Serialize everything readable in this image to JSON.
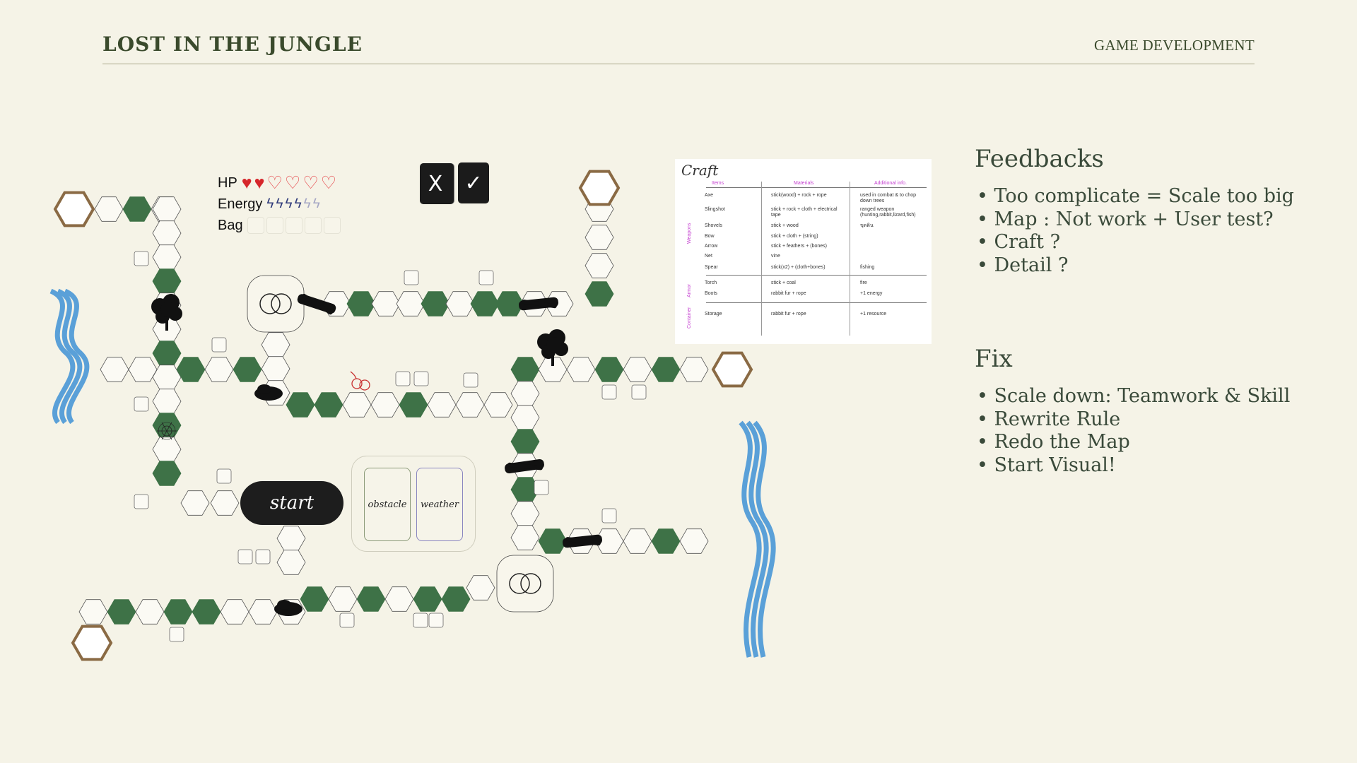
{
  "header": {
    "brand": "LOST IN THE JUNGLE",
    "section": "GAME DEVELOPMENT"
  },
  "hud": {
    "hp_label": "HP",
    "hp_filled": 2,
    "hp_total": 6,
    "energy_label": "Energy",
    "energy_filled": 4,
    "energy_total": 6,
    "bag_label": "Bag",
    "bag_slots": 5
  },
  "buttons": {
    "reject": "X",
    "accept": "✓",
    "start": "start"
  },
  "decks": {
    "obstacle": "obstacle",
    "weather": "weather"
  },
  "craft": {
    "title": "Craft",
    "headers": [
      "Items",
      "Materials",
      "Additional info."
    ],
    "categories": [
      "Weapons",
      "Armor",
      "Container"
    ],
    "rows": [
      {
        "item": "Axe",
        "materials": "stick(wood) + rock + rope",
        "info": "used in combat & to chop down trees"
      },
      {
        "item": "Slingshot",
        "materials": "stick + rock + cloth + electrical tape",
        "info": "ranged weapon (hunting,rabbit,lizard,fish)"
      },
      {
        "item": "Shovels",
        "materials": "stick + wood",
        "info": "ขุดดิน"
      },
      {
        "item": "Bow",
        "materials": "stick + cloth + (string)",
        "info": ""
      },
      {
        "item": "Arrow",
        "materials": "stick + feathers + (bones)",
        "info": ""
      },
      {
        "item": "Net",
        "materials": "vine",
        "info": ""
      },
      {
        "item": "Spear",
        "materials": "stick(x2) + (cloth+bones)",
        "info": "fishing"
      },
      {
        "item": "Torch",
        "materials": "stick + coal",
        "info": "fire"
      },
      {
        "item": "Boots",
        "materials": "rabbit fur + rope",
        "info": "+1 energy"
      },
      {
        "item": "Storage",
        "materials": "rabbit fur + rope",
        "info": "+1 resource"
      }
    ]
  },
  "feedbacks": {
    "title": "Feedbacks",
    "items": [
      "Too complicate = Scale too big",
      "Map : Not work + User test?",
      "Craft ?",
      "Detail ?"
    ]
  },
  "fix": {
    "title": "Fix",
    "items": [
      "Scale down: Teamwork & Skill",
      "Rewrite Rule",
      "Redo the Map",
      "Start Visual!"
    ]
  },
  "colors": {
    "background": "#f5f3e7",
    "green_tile": "#3e7247",
    "gold_tile": "#8a6a44",
    "river": "#5aa0d8",
    "craft_accent": "#c43fd0"
  },
  "icons": [
    "heart-icon",
    "lightning-icon",
    "tree-icon",
    "log-icon",
    "apple-icon",
    "cobweb-icon",
    "venn-icon",
    "rock-icon"
  ]
}
